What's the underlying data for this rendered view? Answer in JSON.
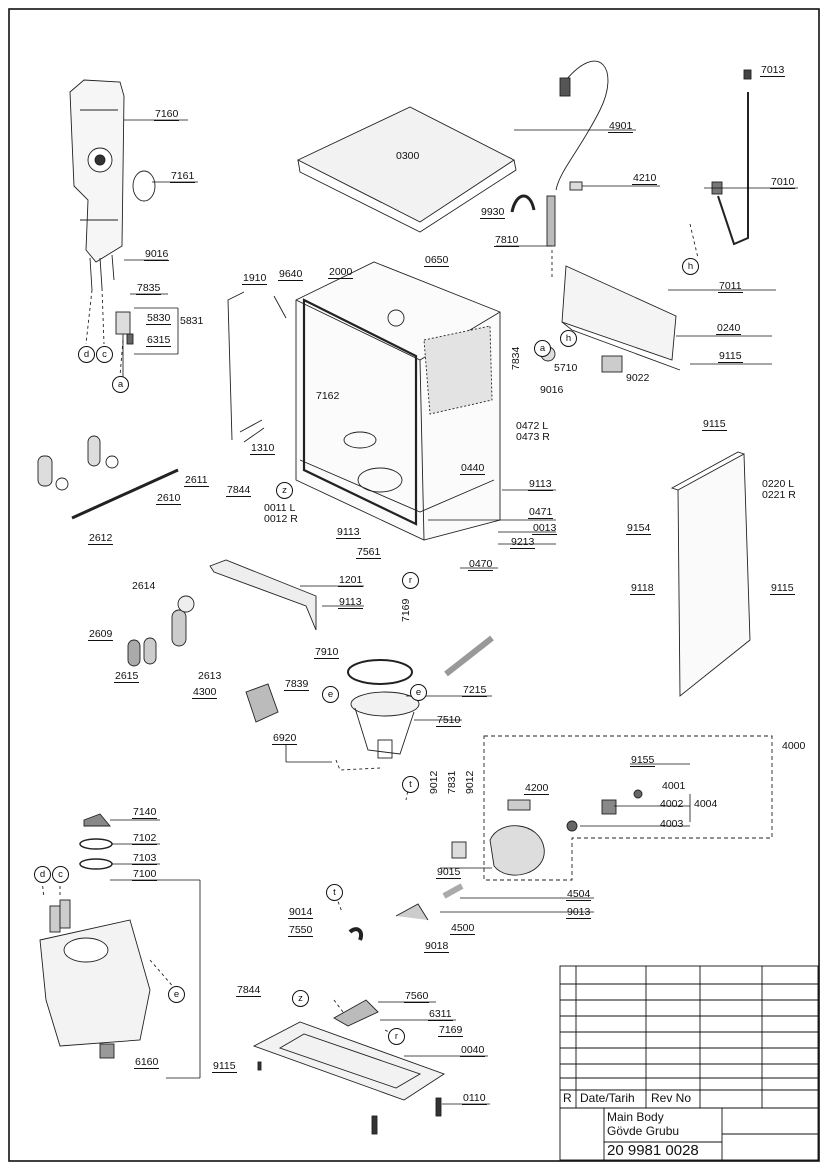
{
  "labels": {
    "p7160": "7160",
    "p7161": "7161",
    "p9016a": "9016",
    "p7835": "7835",
    "p5830": "5830",
    "p5831": "5831",
    "p6315": "6315",
    "p0300": "0300",
    "p4901": "4901",
    "p4210": "4210",
    "p9930": "9930",
    "p7810": "7810",
    "p7013": "7013",
    "p7010": "7010",
    "p1910": "1910",
    "p9640": "9640",
    "p2000": "2000",
    "p0650": "0650",
    "p7011": "7011",
    "p0240": "0240",
    "p9115a": "9115",
    "p7834": "7834",
    "p5710": "5710",
    "p9016b": "9016",
    "p9022": "9022",
    "p7162": "7162",
    "p1310": "1310",
    "p0472": "0472 L",
    "p0473": "0473 R",
    "p0440": "0440",
    "p2611": "2611",
    "p2610": "2610",
    "p2612": "2612",
    "p7844a": "7844",
    "p0011": "0011 L",
    "p0012": "0012 R",
    "p9113a": "9113",
    "p9113b": "9113",
    "p0471": "0471",
    "p0013": "0013",
    "p9213": "9213",
    "p7561": "7561",
    "p0470": "0470",
    "p9115b": "9115",
    "p0220": "0220 L",
    "p0221": "0221 R",
    "p9154": "9154",
    "p9118": "9118",
    "p9115c": "9115",
    "p2614": "2614",
    "p1201": "1201",
    "p9113c": "9113",
    "p7169a": "7169",
    "p2609": "2609",
    "p2613": "2613",
    "p2615": "2615",
    "p7910": "7910",
    "p7839": "7839",
    "p7215": "7215",
    "p4300": "4300",
    "p7510": "7510",
    "p6920": "6920",
    "p4000": "4000",
    "p9155": "9155",
    "p4001": "4001",
    "p4002": "4002",
    "p4004": "4004",
    "p4003": "4003",
    "p9012a": "9012",
    "p7831": "7831",
    "p9012b": "9012",
    "p4200": "4200",
    "p7140": "7140",
    "p7102": "7102",
    "p7103": "7103",
    "p7100": "7100",
    "p9015": "9015",
    "p4504": "4504",
    "p9013": "9013",
    "p9014": "9014",
    "p7550": "7550",
    "p4500": "4500",
    "p9018": "9018",
    "p6160": "6160",
    "p7844b": "7844",
    "p7560": "7560",
    "p6311": "6311",
    "p7169b": "7169",
    "p0040": "0040",
    "p9115d": "9115",
    "p0110": "0110"
  },
  "callouts": {
    "a1": "a",
    "c1": "c",
    "d1": "d",
    "a2": "a",
    "h1": "h",
    "h2": "h",
    "z1": "z",
    "r1": "r",
    "e1": "e",
    "e2": "e",
    "t1": "t",
    "t2": "t",
    "d2": "d",
    "c2": "c",
    "e3": "e",
    "z2": "z",
    "r2": "r"
  },
  "title_block": {
    "rev_col": "R",
    "date_col": "Date/Tarih",
    "revno_col": "Rev No",
    "name_en": "Main Body",
    "name_tr": "Gövde Grubu",
    "drawing_number": "20 9981 0028"
  }
}
